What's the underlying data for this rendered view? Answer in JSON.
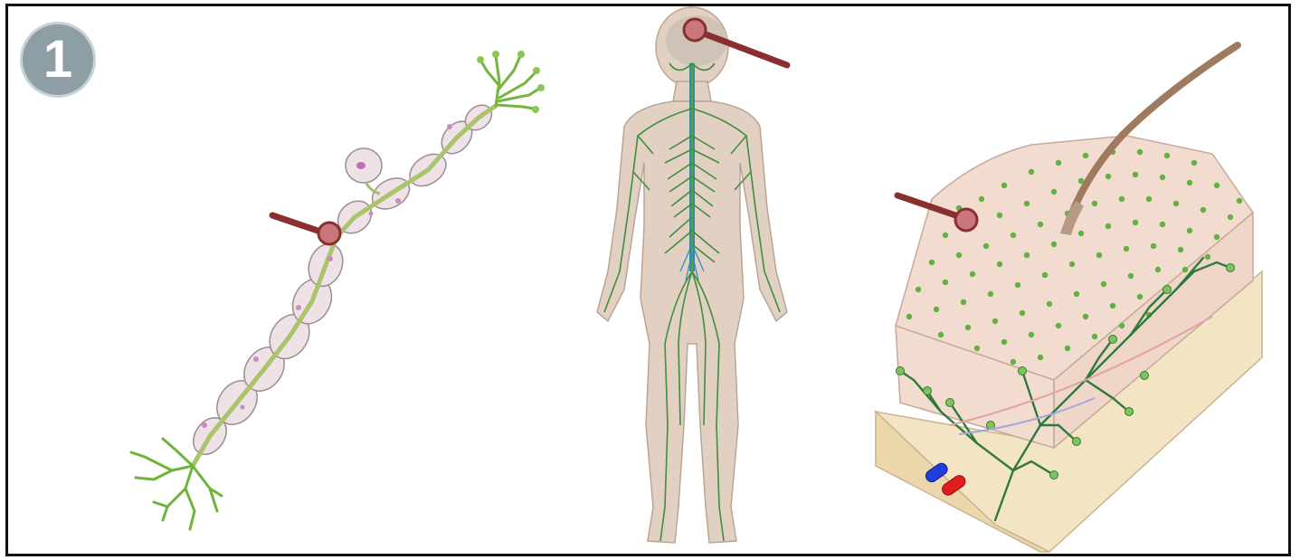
{
  "badge": {
    "number": "1"
  },
  "panels": [
    {
      "name": "single-nerve-fiber"
    },
    {
      "name": "human-nervous-system"
    },
    {
      "name": "skin-tissue-block"
    }
  ],
  "colors": {
    "nerve_green": "#3f8f3f",
    "myelin_pink": "#efe2e6",
    "pointer_maroon": "#8a2f2f",
    "body_tan": "#e2d1c2",
    "skin_pink": "#f1dccf",
    "dermis_beige": "#f3e4c3",
    "hair_brown": "#a07a5e",
    "vein_blue": "#1f3fd8",
    "artery_red": "#e21b1b",
    "badge_gray": "#8d9ea5"
  }
}
